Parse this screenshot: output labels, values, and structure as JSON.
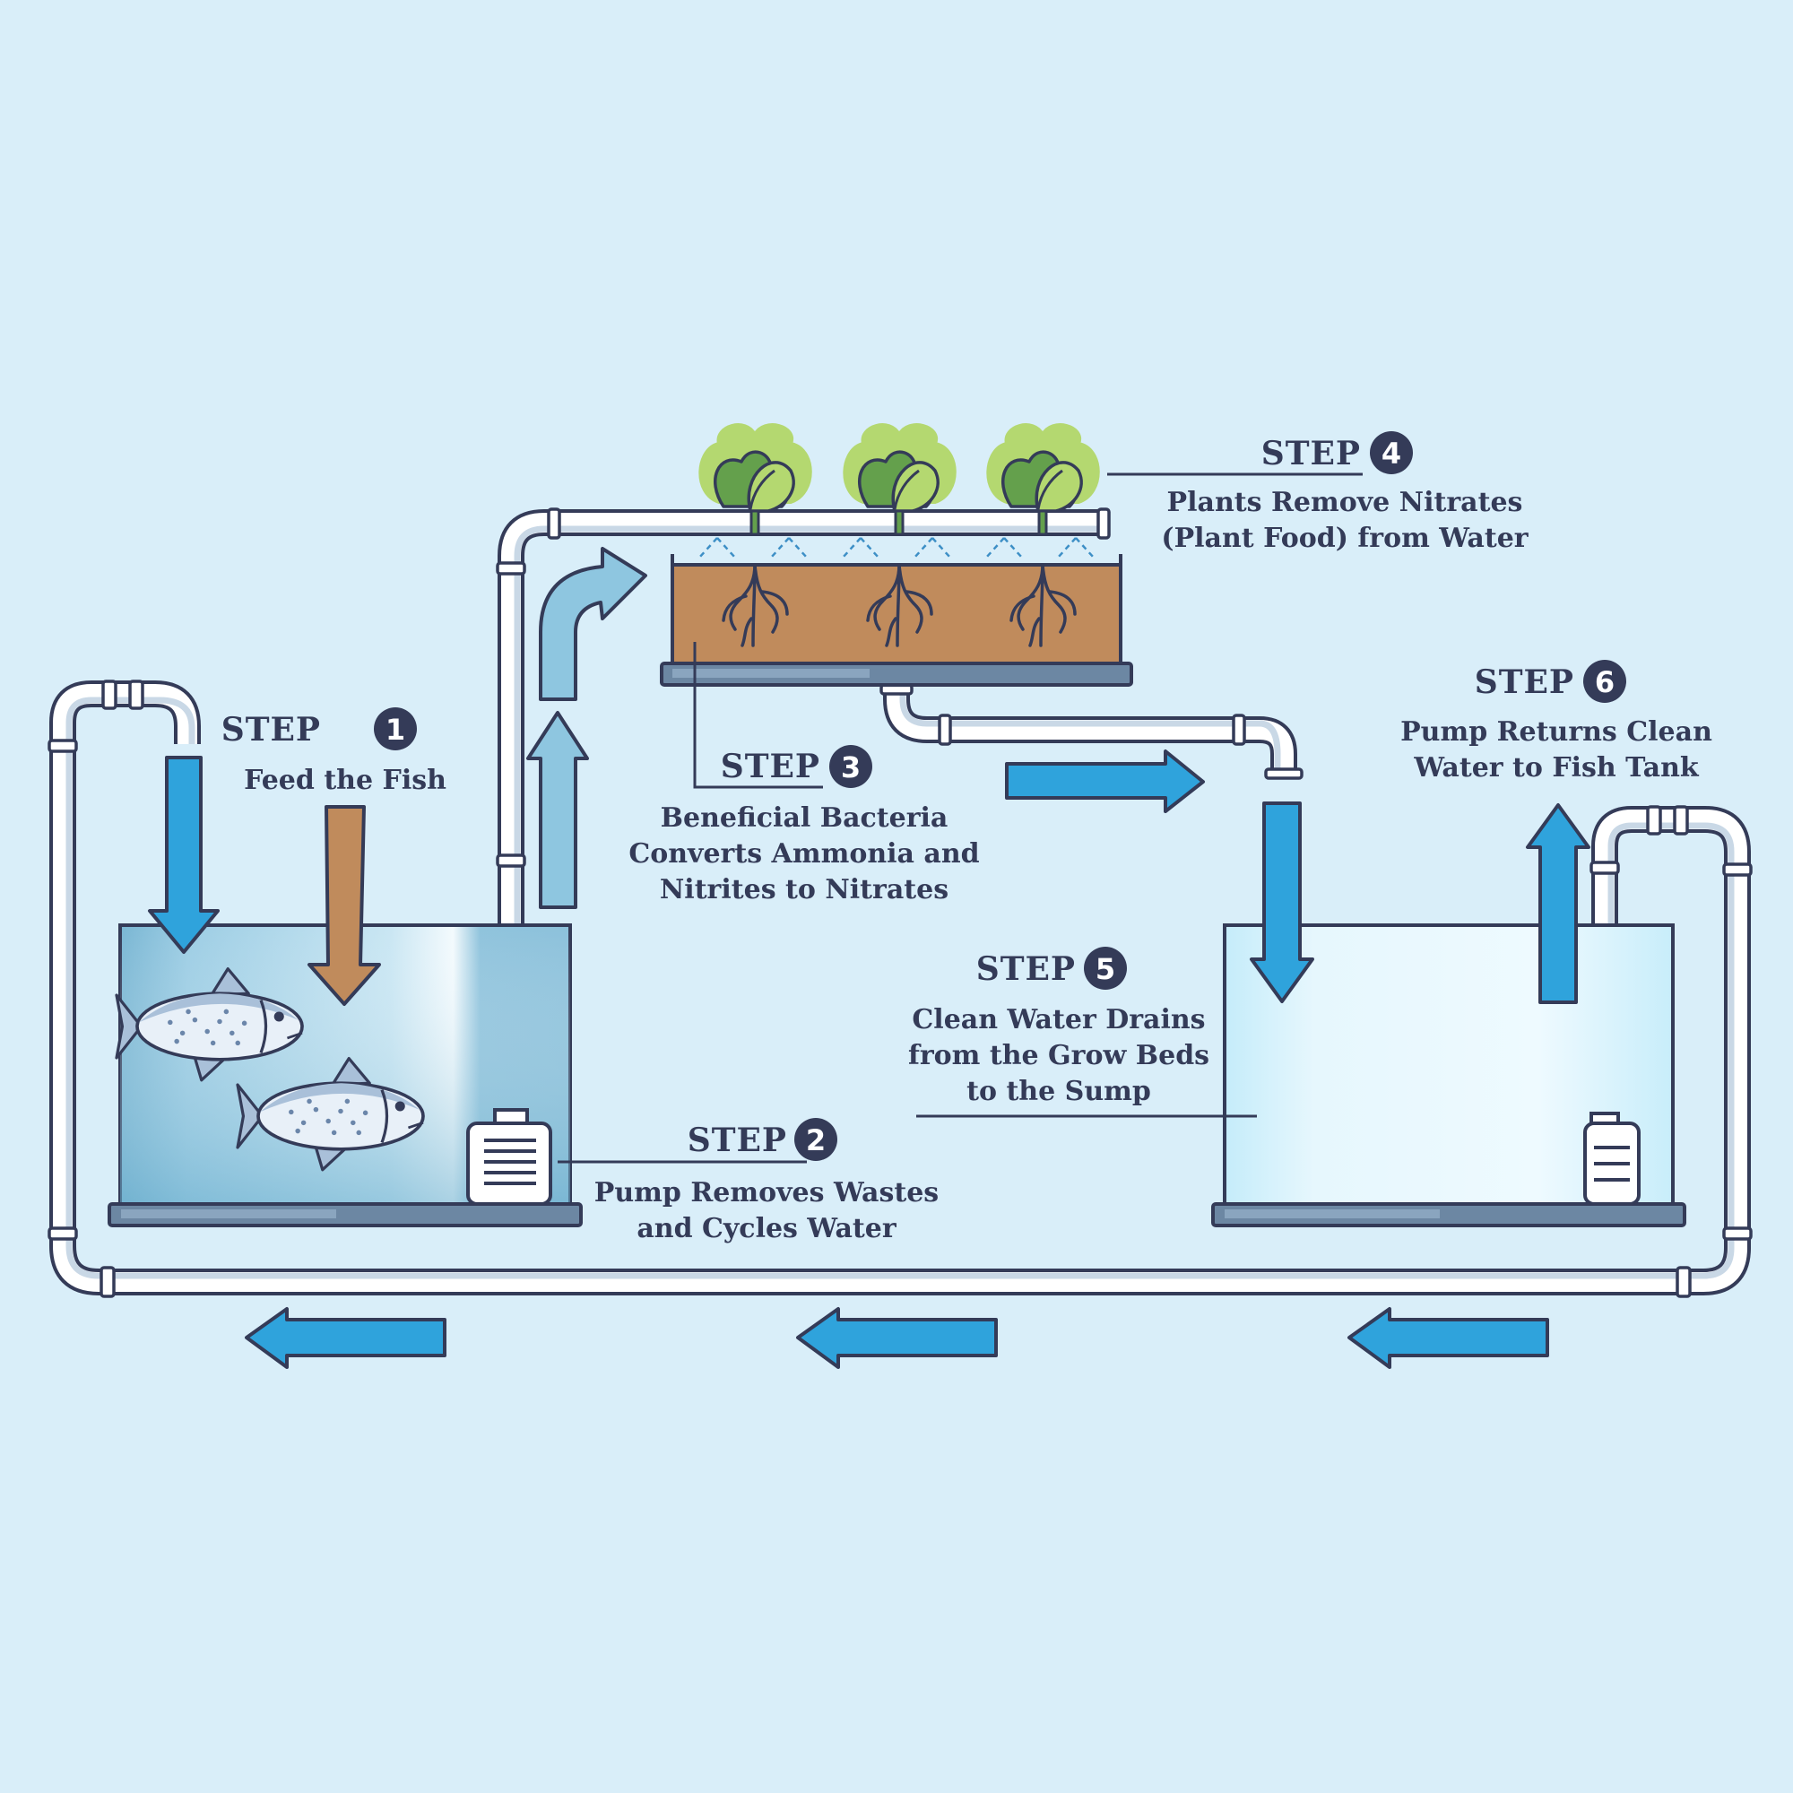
{
  "steps": [
    {
      "word": "STEP",
      "number": "1",
      "lines": [
        "Feed the Fish"
      ]
    },
    {
      "word": "STEP",
      "number": "2",
      "lines": [
        "Pump Removes Wastes",
        "and Cycles Water"
      ]
    },
    {
      "word": "STEP",
      "number": "3",
      "lines": [
        "Beneficial Bacteria",
        "Converts Ammonia and",
        "Nitrites to Nitrates"
      ]
    },
    {
      "word": "STEP",
      "number": "4",
      "lines": [
        "Plants Remove Nitrates",
        "(Plant Food) from Water"
      ]
    },
    {
      "word": "STEP",
      "number": "5",
      "lines": [
        "Clean Water Drains",
        "from the Grow Beds",
        "to the Sump"
      ]
    },
    {
      "word": "STEP",
      "number": "6",
      "lines": [
        "Pump Returns Clean",
        "Water to Fish Tank"
      ]
    }
  ],
  "colors": {
    "background": "#d9eef9",
    "outline": "#343b58",
    "water_arrow": "#2fa3dc",
    "light_arrow": "#8ec6e0",
    "feed_arrow": "#c08b5c",
    "soil": "#c08b5c",
    "leaf_dark": "#64a04c",
    "leaf_light": "#b4d870",
    "fish_tank_water": "#6aaecd",
    "sump_water": "#c5ecfa",
    "pipe": "#ffffff"
  }
}
